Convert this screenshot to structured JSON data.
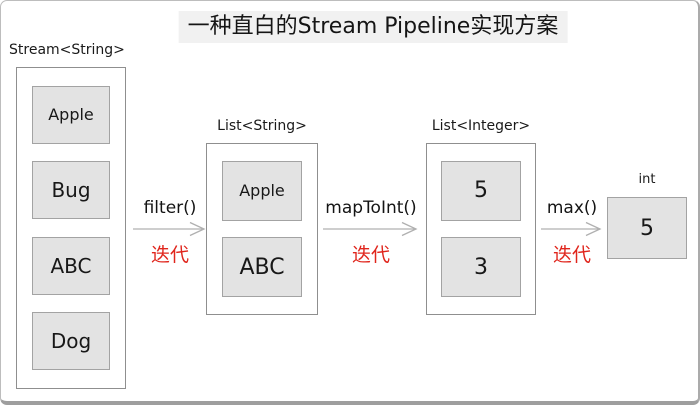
{
  "title": "一种直白的Stream Pipeline实现方案",
  "colors": {
    "note_red": "#e0251c",
    "item_fill": "#e3e3e3",
    "item_border": "#a3a3a3",
    "container_border": "#8f8f8f",
    "arrow_gray": "#b0b0b0",
    "title_bg": "#f1f1f1"
  },
  "stages": [
    {
      "label": "Stream<String>",
      "items": [
        "Apple",
        "Bug",
        "ABC",
        "Dog"
      ]
    },
    {
      "label": "List<String>",
      "items": [
        "Apple",
        "ABC"
      ]
    },
    {
      "label": "List<Integer>",
      "items": [
        "5",
        "3"
      ]
    },
    {
      "label": "int",
      "items": [
        "5"
      ]
    }
  ],
  "arrows": [
    {
      "op": "filter()",
      "note": "迭代"
    },
    {
      "op": "mapToInt()",
      "note": "迭代"
    },
    {
      "op": "max()",
      "note": "迭代"
    }
  ]
}
